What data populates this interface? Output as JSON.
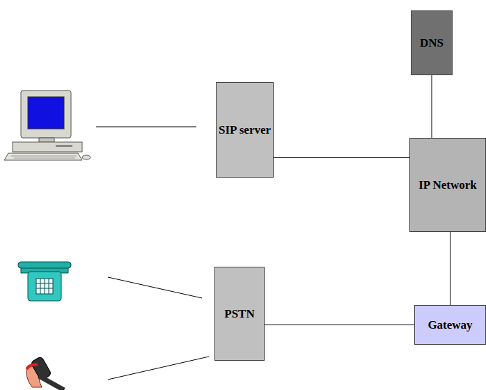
{
  "diagram": {
    "nodes": [
      {
        "text": [
          "DNS"
        ]
      },
      {
        "text": [
          "SIP server"
        ]
      },
      {
        "text": [
          "IP Network"
        ]
      },
      {
        "text": [
          "PSTN"
        ]
      },
      {
        "text": [
          "Gateway"
        ]
      }
    ],
    "edges": [
      {
        "from": 0,
        "to": 2,
        "arrow": "none"
      },
      {
        "from": 1,
        "to": 2,
        "arrow": "none"
      },
      {
        "from": 2,
        "to": 4,
        "arrow": "none"
      },
      {
        "from": 3,
        "to": 4,
        "arrow": "none"
      }
    ]
  }
}
